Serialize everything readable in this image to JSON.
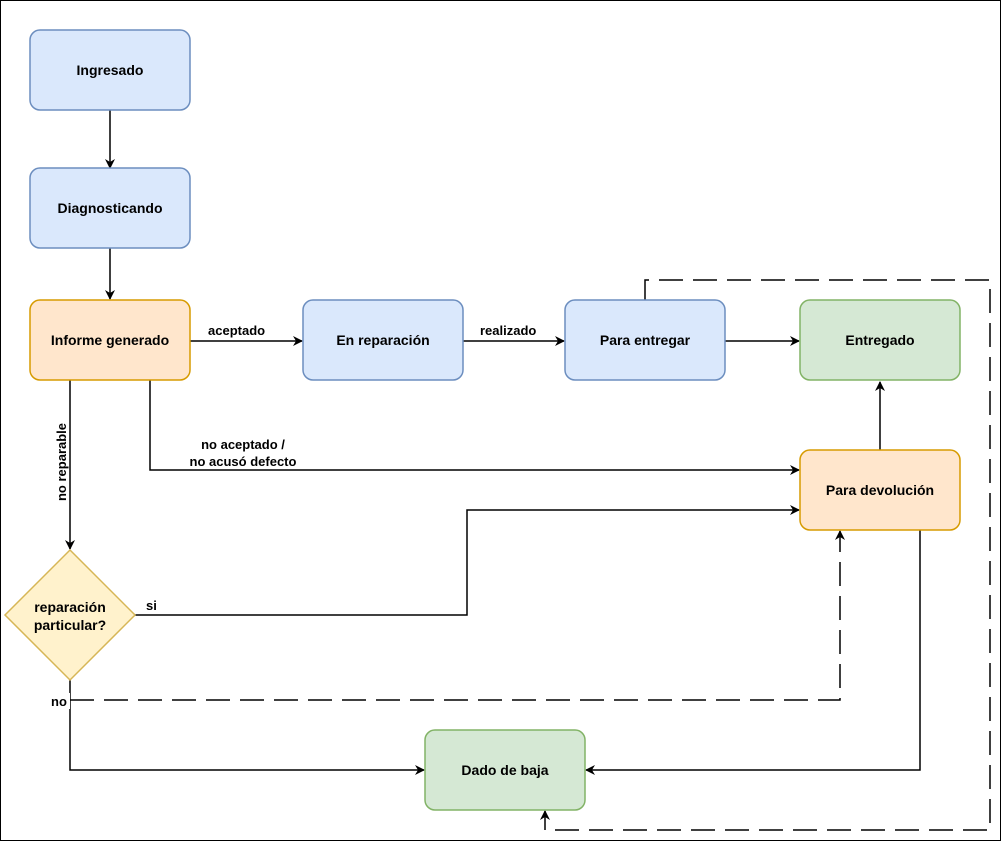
{
  "colors": {
    "blue_fill": "#dae8fc",
    "blue_stroke": "#6c8ebf",
    "orange_fill": "#ffe6cc",
    "orange_stroke": "#d79b00",
    "green_fill": "#d5e8d4",
    "green_stroke": "#82b366",
    "yellow_fill": "#fff2cc",
    "yellow_stroke": "#d6b656",
    "line": "#000000"
  },
  "nodes": {
    "ingresado": "Ingresado",
    "diagnosticando": "Diagnosticando",
    "informe_generado": "Informe generado",
    "en_reparacion": "En reparación",
    "para_entregar": "Para entregar",
    "entregado": "Entregado",
    "para_devolucion": "Para devolución",
    "reparacion_particular_line1": "reparación",
    "reparacion_particular_line2": "particular?",
    "dado_de_baja": "Dado de baja"
  },
  "edges": {
    "aceptado": "aceptado",
    "realizado": "realizado",
    "no_aceptado_line1": "no aceptado /",
    "no_aceptado_line2": "no acusó defecto",
    "no_reparable": "no reparable",
    "si": "si",
    "no": "no"
  }
}
